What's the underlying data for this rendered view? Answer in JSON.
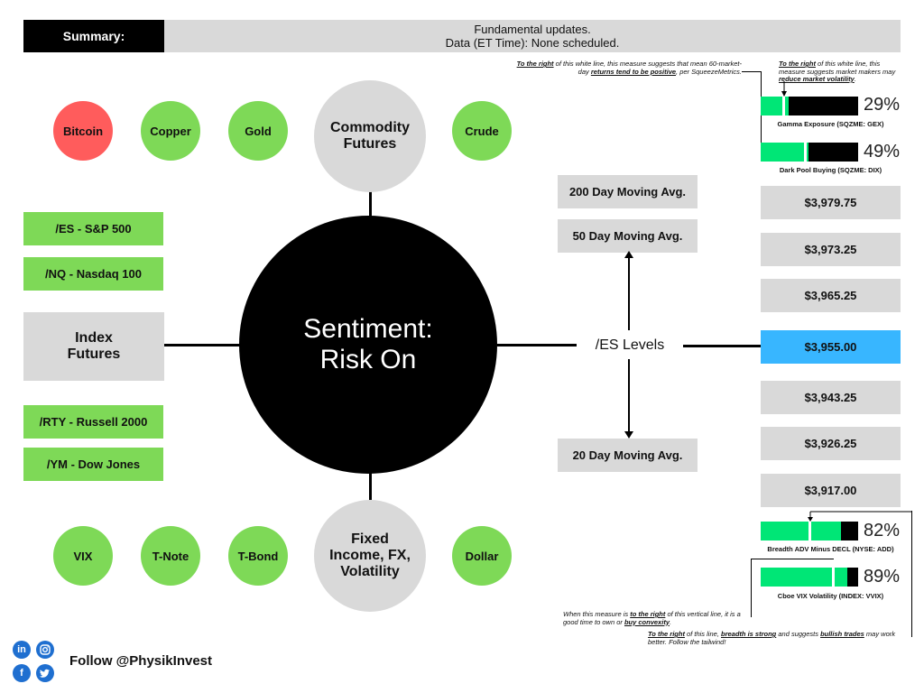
{
  "summary": {
    "label": "Summary:",
    "line1": "Fundamental updates.",
    "line2": "Data (ET Time): None scheduled."
  },
  "commodities": {
    "hub": "Commodity Futures",
    "items": [
      "Bitcoin",
      "Copper",
      "Gold",
      "Crude"
    ]
  },
  "fixed_income": {
    "hub": "Fixed Income, FX, Volatility",
    "items": [
      "VIX",
      "T-Note",
      "T-Bond",
      "Dollar"
    ]
  },
  "index_futures": {
    "hub": "Index Futures",
    "items": [
      "/ES - S&P 500",
      "/NQ - Nasdaq 100",
      "/RTY - Russell 2000",
      "/YM - Dow Jones"
    ]
  },
  "center": {
    "line1": "Sentiment:",
    "line2": "Risk On"
  },
  "es_levels": {
    "label": "/ES Levels",
    "ma200": "200 Day Moving Avg.",
    "ma50": "50 Day Moving Avg.",
    "ma20": "20 Day Moving Avg.",
    "levels": [
      "$3,979.75",
      "$3,973.25",
      "$3,965.25",
      "$3,955.00",
      "$3,943.25",
      "$3,926.25",
      "$3,917.00"
    ]
  },
  "meters": {
    "gex": {
      "pct": "29%",
      "fill": 0.29,
      "caption": "Gamma Exposure (SQZME: GEX)"
    },
    "dix": {
      "pct": "49%",
      "fill": 0.49,
      "caption": "Dark Pool Buying (SQZME: DIX)"
    },
    "add": {
      "pct": "82%",
      "fill": 0.82,
      "caption": "Breadth ADV Minus DECL (NYSE: ADD)"
    },
    "vvix": {
      "pct": "89%",
      "fill": 0.89,
      "caption": "Cboe VIX Volatility (INDEX: VVIX)"
    }
  },
  "notes": {
    "top_left_a": "To the right",
    "top_left_b": " of this white line, this measure suggests that mean 60-market-day ",
    "top_left_c": "returns tend to be positive",
    "top_left_d": ", per SqueezeMetrics.",
    "top_right_a": "To the right",
    "top_right_b": " of this white line, this measure suggests market makers may ",
    "top_right_c": "reduce market volatility",
    "top_right_d": ".",
    "bottom_left_a": "When this measure is ",
    "bottom_left_b": "to the right",
    "bottom_left_c": " of this vertical line, it is a good time to own or ",
    "bottom_left_d": "buy convexity",
    "bottom_left_e": ".",
    "bottom_right_a": "To the right",
    "bottom_right_b": " of this line, ",
    "bottom_right_c": "breadth is strong",
    "bottom_right_d": " and suggests ",
    "bottom_right_e": "bullish trades",
    "bottom_right_f": " may work better. Follow the tailwind!"
  },
  "footer": {
    "follow": "Follow @PhysikInvest",
    "icons": [
      "linkedin-icon",
      "instagram-icon",
      "facebook-icon",
      "twitter-icon"
    ]
  },
  "colors": {
    "green": "#7ed957",
    "red": "#ff5c5c",
    "gray": "#d9d9d9",
    "blue": "#38b6ff",
    "meter": "#00e676"
  }
}
